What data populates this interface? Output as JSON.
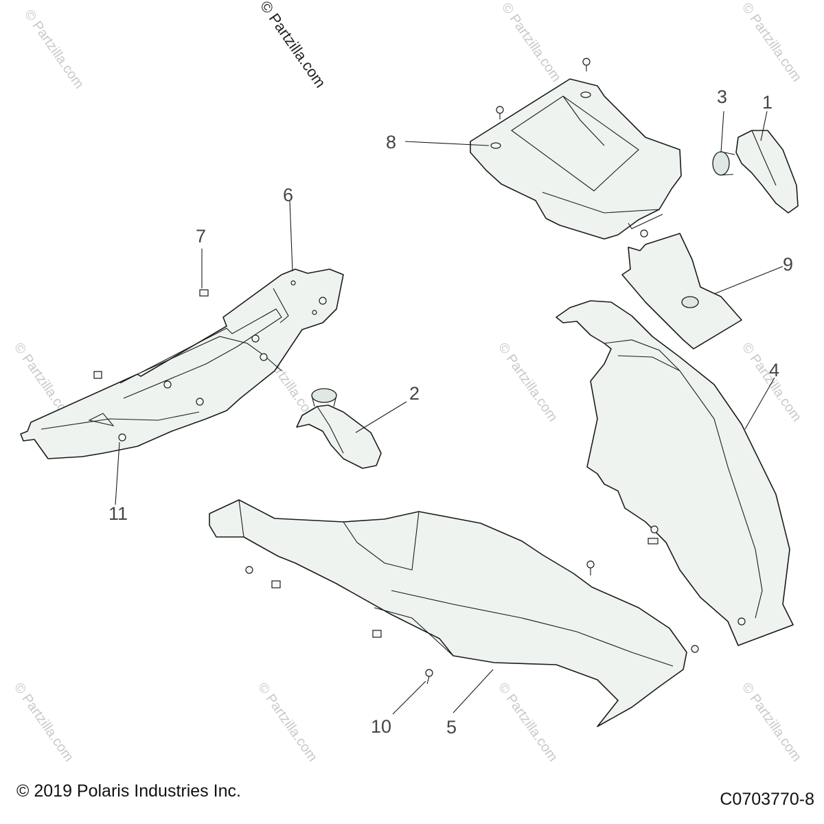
{
  "callouts": [
    {
      "label": "1"
    },
    {
      "label": "2"
    },
    {
      "label": "3"
    },
    {
      "label": "4"
    },
    {
      "label": "5"
    },
    {
      "label": "6"
    },
    {
      "label": "7"
    },
    {
      "label": "8"
    },
    {
      "label": "9"
    },
    {
      "label": "10"
    },
    {
      "label": "11"
    }
  ],
  "watermark": {
    "main": "© Partzilla.com",
    "repeat": "© Partzilla.com"
  },
  "footer": {
    "copyright": "© 2019 Polaris Industries Inc.",
    "drawing_number": "C0703770-8"
  }
}
